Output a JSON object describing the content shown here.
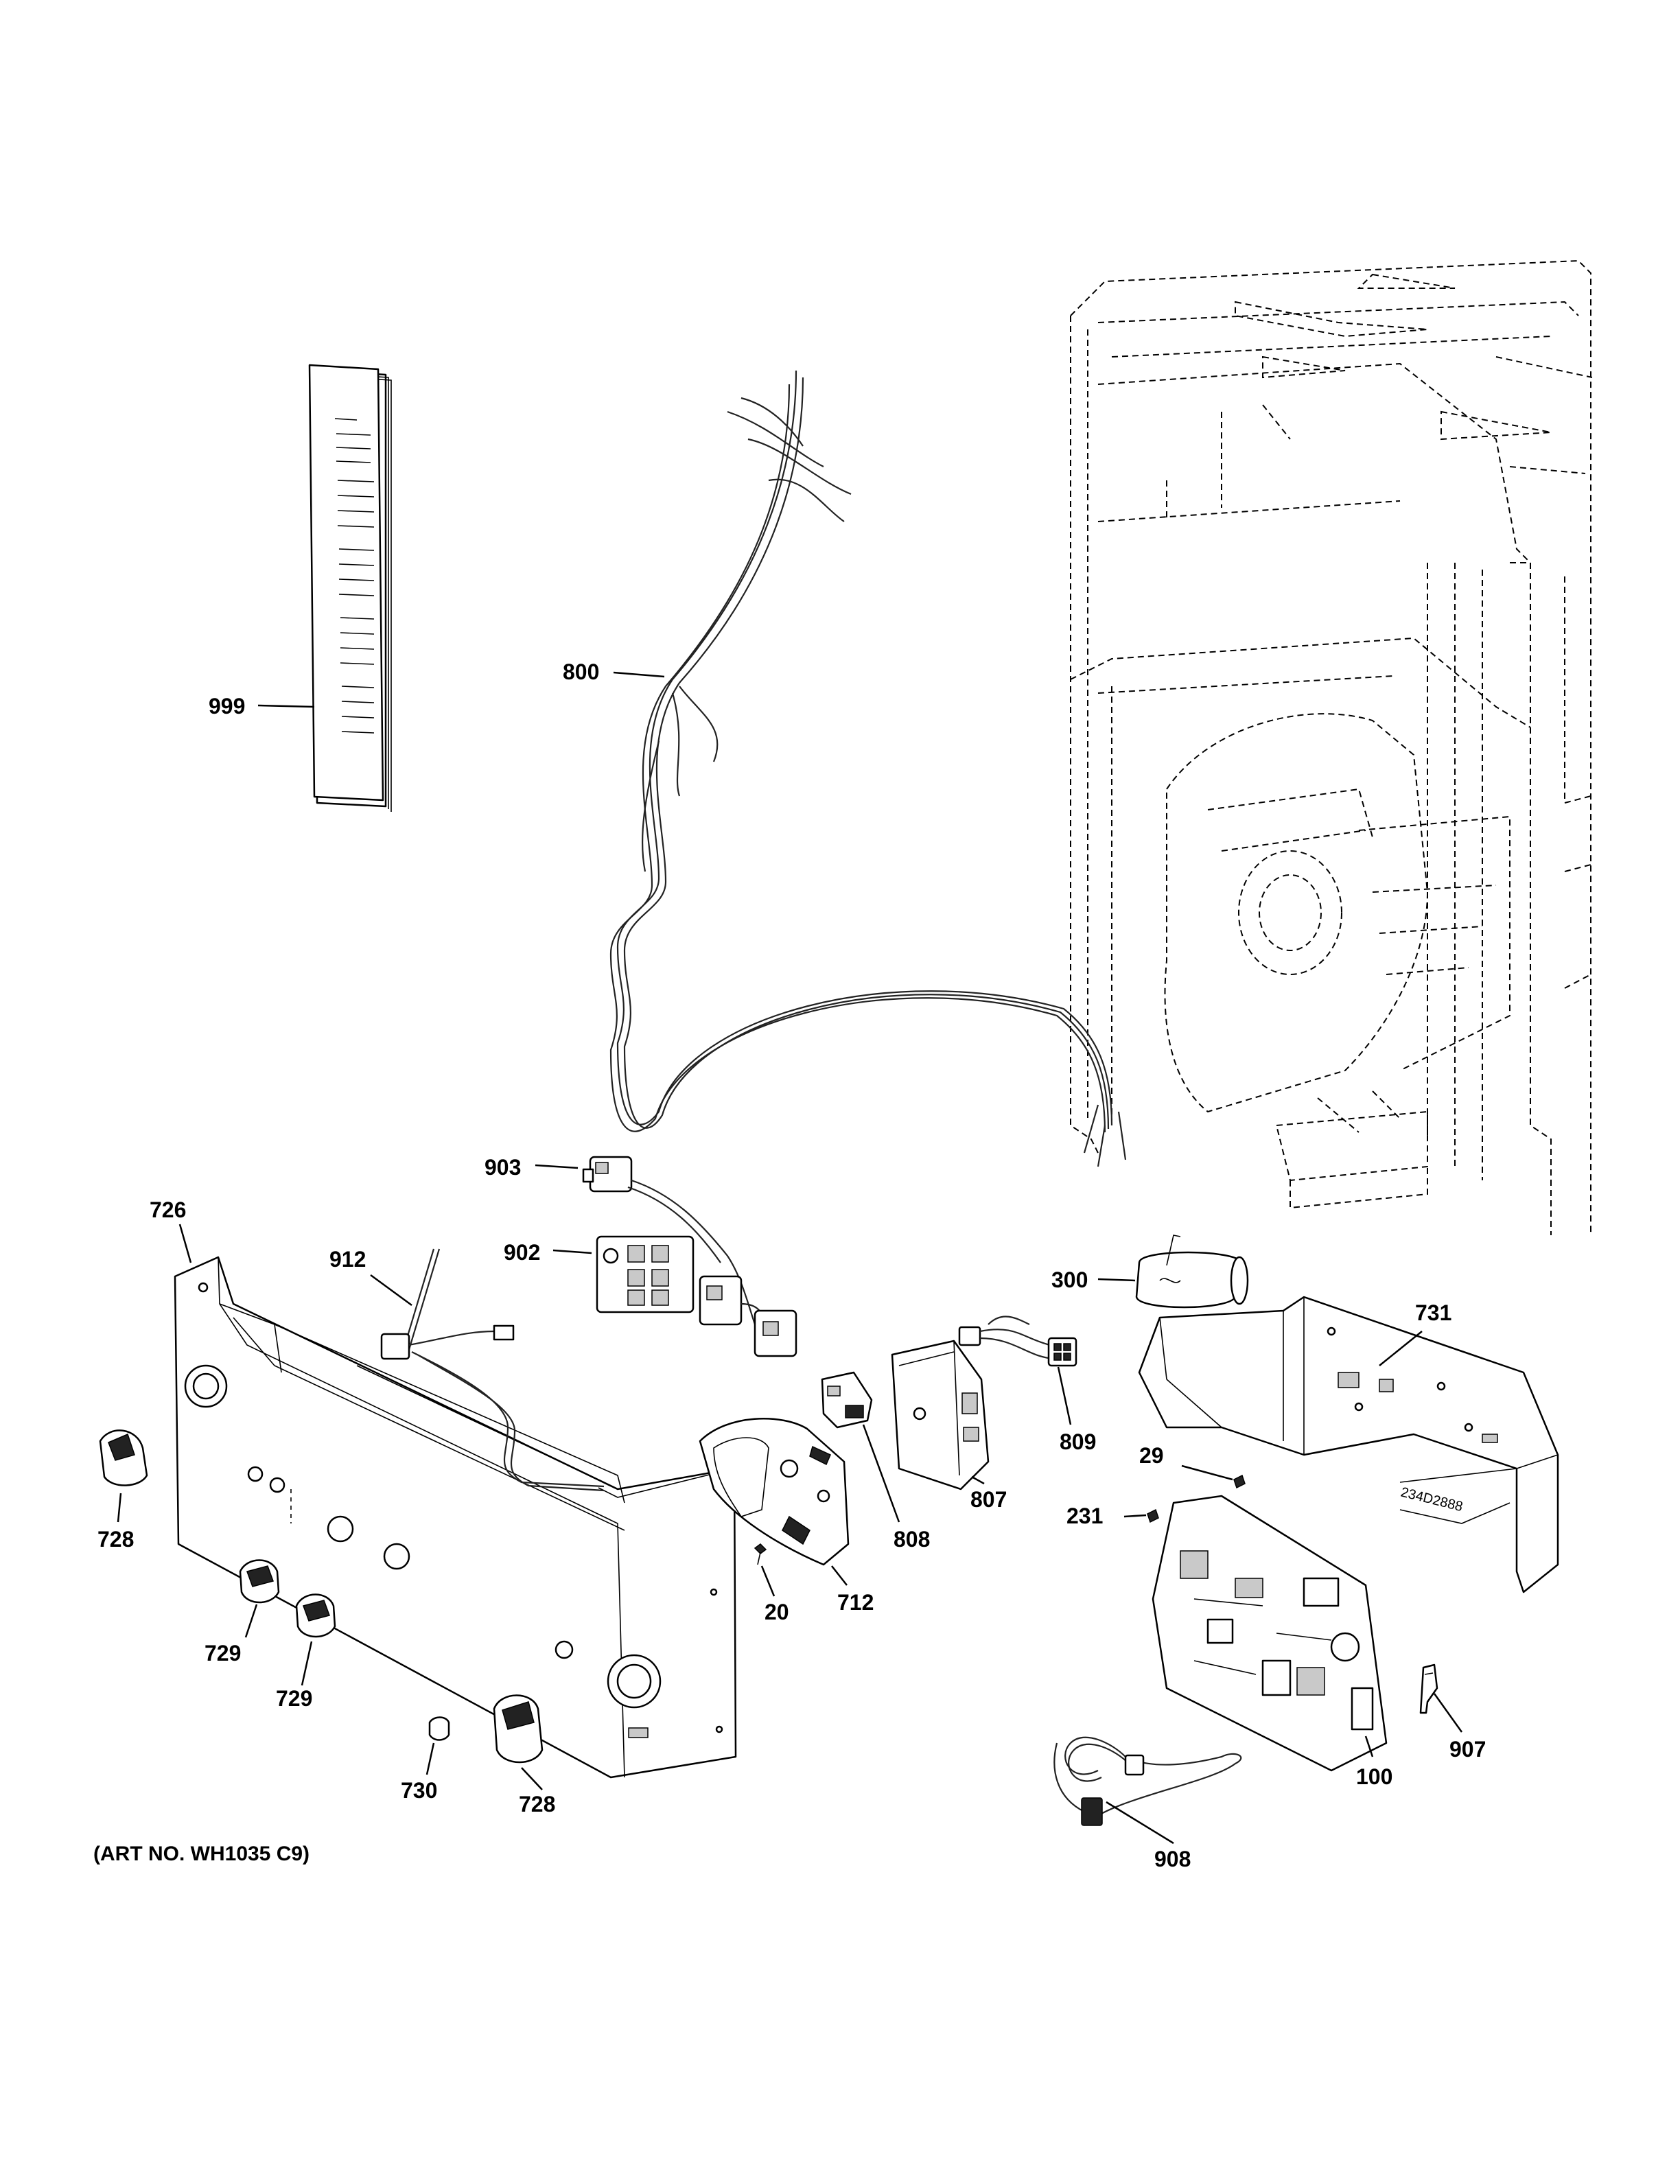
{
  "art_number": "(ART NO. WH1035 C9)",
  "callouts": {
    "c999": "999",
    "c800": "800",
    "c903": "903",
    "c902": "902",
    "c726": "726",
    "c912": "912",
    "c728a": "728",
    "c728b": "728",
    "c729a": "729",
    "c729b": "729",
    "c730": "730",
    "c20": "20",
    "c712": "712",
    "c808": "808",
    "c807": "807",
    "c809": "809",
    "c300": "300",
    "c731": "731",
    "c29": "29",
    "c231": "231",
    "c100": "100",
    "c907": "907",
    "c908": "908"
  },
  "board_marking": "234D2888"
}
